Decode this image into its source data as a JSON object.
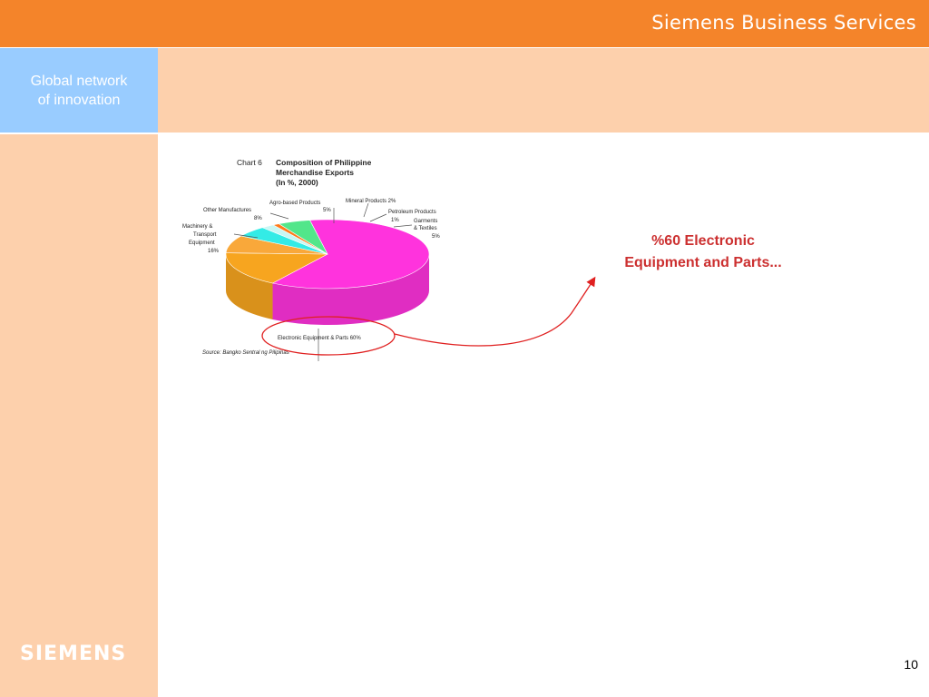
{
  "header": {
    "brand_title": "Siemens Business Services"
  },
  "sidebar": {
    "section_line1": "Global network",
    "section_line2": "of innovation",
    "logo_text": "SIEMENS"
  },
  "figure": {
    "chart_number": "Chart 6",
    "title_line1": "Composition of Philippine",
    "title_line2": "Merchandise Exports",
    "title_line3": "(In %, 2000)",
    "labels": {
      "agro": [
        "Agro-based Products",
        "5%"
      ],
      "mineral": [
        "Mineral Products 2%"
      ],
      "petroleum": [
        "Petroleum Products",
        "1%"
      ],
      "garments": [
        "Garments",
        "& Textiles",
        "5%"
      ],
      "other_manufactures": [
        "Other Manufactures",
        "8%"
      ],
      "machinery": [
        "Machinery &",
        "Transport",
        "Equipment",
        "16%"
      ],
      "electronic": [
        "Electronic Equipment & Parts 60%"
      ]
    },
    "source": "Source: Bangko Sentral ng Pilipinas"
  },
  "annotation": {
    "line1": "%60 Electronic",
    "line2": "Equipment and Parts..."
  },
  "page_number": "10",
  "colors": {
    "brand_orange": "#f4842a",
    "light_peach": "#fdd0ac",
    "section_blue": "#99ccff",
    "annotation_red": "#cc3030",
    "callout_red": "#e02020"
  },
  "chart_data": {
    "type": "pie",
    "title": "Composition of Philippine Merchandise Exports",
    "subtitle": "(In %, 2000)",
    "categories": [
      "Electronic Equipment & Parts",
      "Machinery & Transport Equipment",
      "Other Manufactures",
      "Agro-based Products",
      "Mineral Products",
      "Petroleum Products",
      "Garments & Textiles"
    ],
    "values": [
      60,
      16,
      8,
      5,
      2,
      1,
      5
    ],
    "colors": [
      "#ff33dd",
      "#f7a51f",
      "#f9a83a",
      "#33ebe6",
      "#c9f7f4",
      "#ff7a1a",
      "#52e68a"
    ],
    "units": "%",
    "source": "Source: Bangko Sentral ng Pilipinas"
  }
}
